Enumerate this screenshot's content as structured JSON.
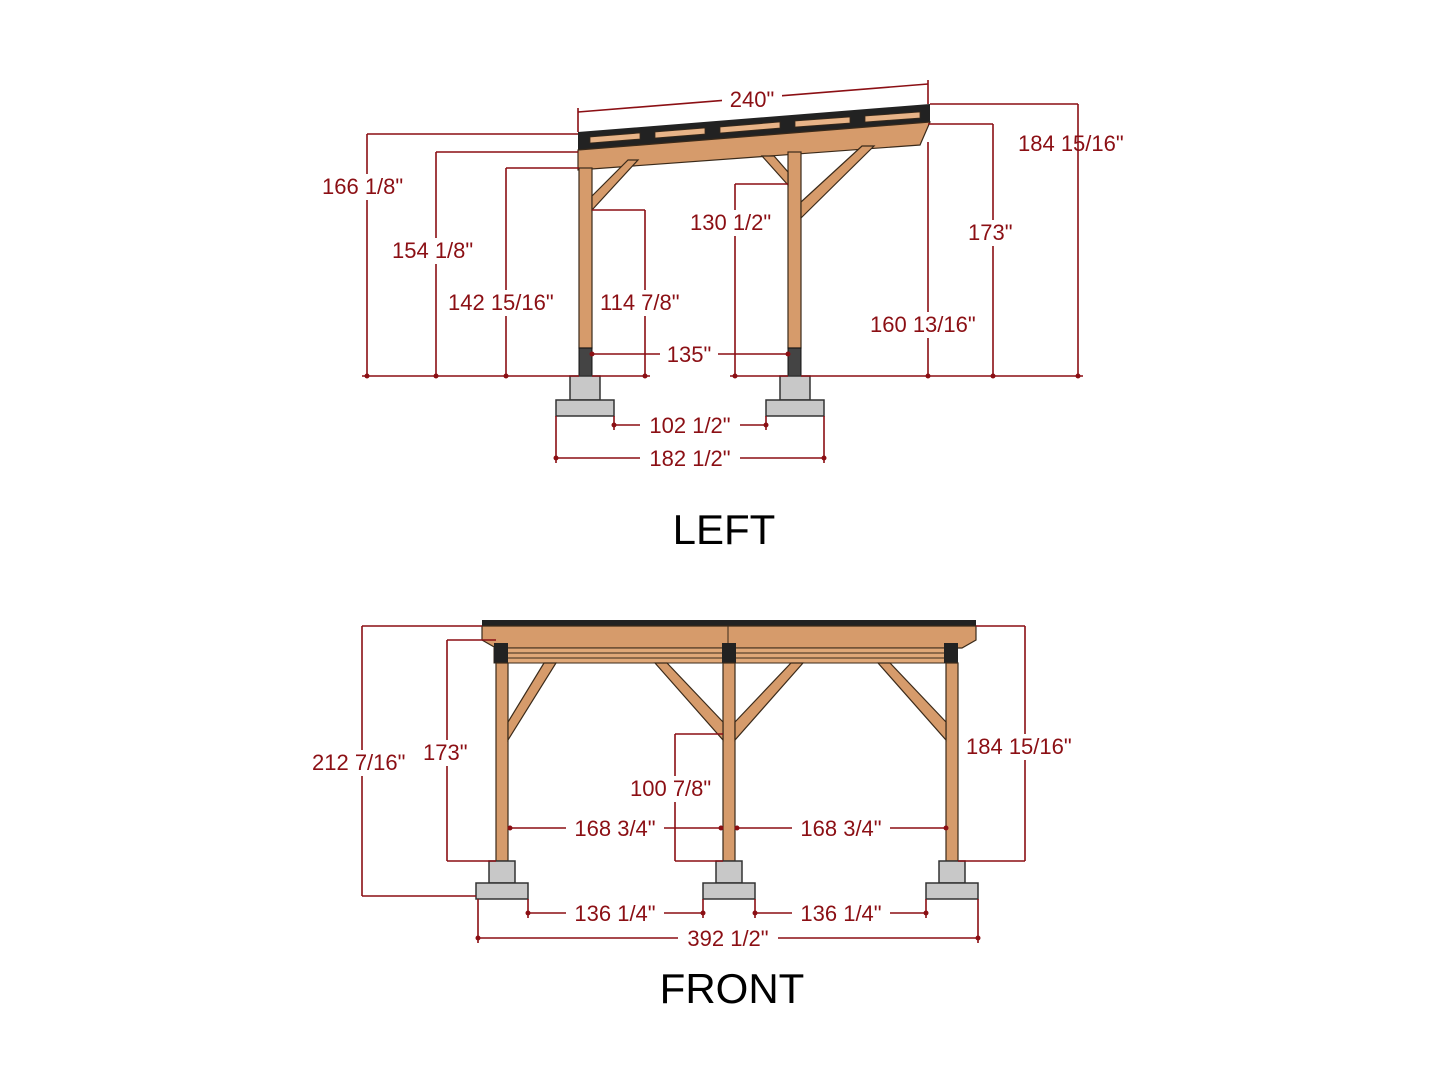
{
  "views": {
    "left": {
      "title": "LEFT",
      "dims": {
        "rafter_length": "240\"",
        "overall_height_high": "184 15/16\"",
        "height_a": "166 1/8\"",
        "height_b": "154 1/8\"",
        "height_c": "142 15/16\"",
        "brace_height_left": "114 7/8\"",
        "brace_height_right": "130 1/2\"",
        "height_d": "173\"",
        "height_e": "160 13/16\"",
        "post_spacing": "135\"",
        "footing_gap": "102 1/2\"",
        "footing_overall": "182 1/2\""
      }
    },
    "front": {
      "title": "FRONT",
      "dims": {
        "overall_height": "212 7/16\"",
        "beam_height": "173\"",
        "overall_height_right": "184 15/16\"",
        "brace_height": "100 7/8\"",
        "bay_left": "168 3/4\"",
        "bay_right": "168 3/4\"",
        "footing_gap_left": "136 1/4\"",
        "footing_gap_right": "136 1/4\"",
        "overall_width": "392 1/2\""
      }
    }
  },
  "colors": {
    "dimension": "#8b0f14",
    "wood": "#d69b6b",
    "concrete": "#c8c8c8"
  }
}
